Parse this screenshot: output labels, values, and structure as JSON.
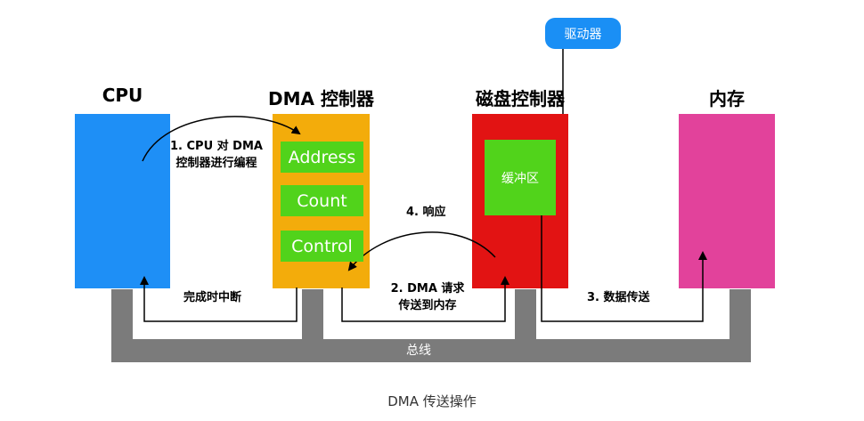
{
  "colors": {
    "cpu": "#1e8ff6",
    "dma": "#f3ac0b",
    "disk": "#e21313",
    "memory": "#e2429b",
    "register": "#51d31b",
    "driver": "#1a8ff5",
    "bus": "#7b7b7b",
    "arrow": "#000000"
  },
  "titles": {
    "cpu": "CPU",
    "dma": "DMA 控制器",
    "disk": "磁盘控制器",
    "memory": "内存"
  },
  "driver": "驱动器",
  "dma_registers": [
    "Address",
    "Count",
    "Control"
  ],
  "disk_buffer": "缓冲区",
  "bus": "总线",
  "steps": {
    "step1_line1": "1. CPU  对 DMA",
    "step1_line2": "控制器进行编程",
    "step2_line1": "2. DMA 请求",
    "step2_line2": "传送到内存",
    "step3": "3. 数据传送",
    "step4": "4. 响应",
    "interrupt": "完成时中断"
  },
  "caption": "DMA 传送操作"
}
